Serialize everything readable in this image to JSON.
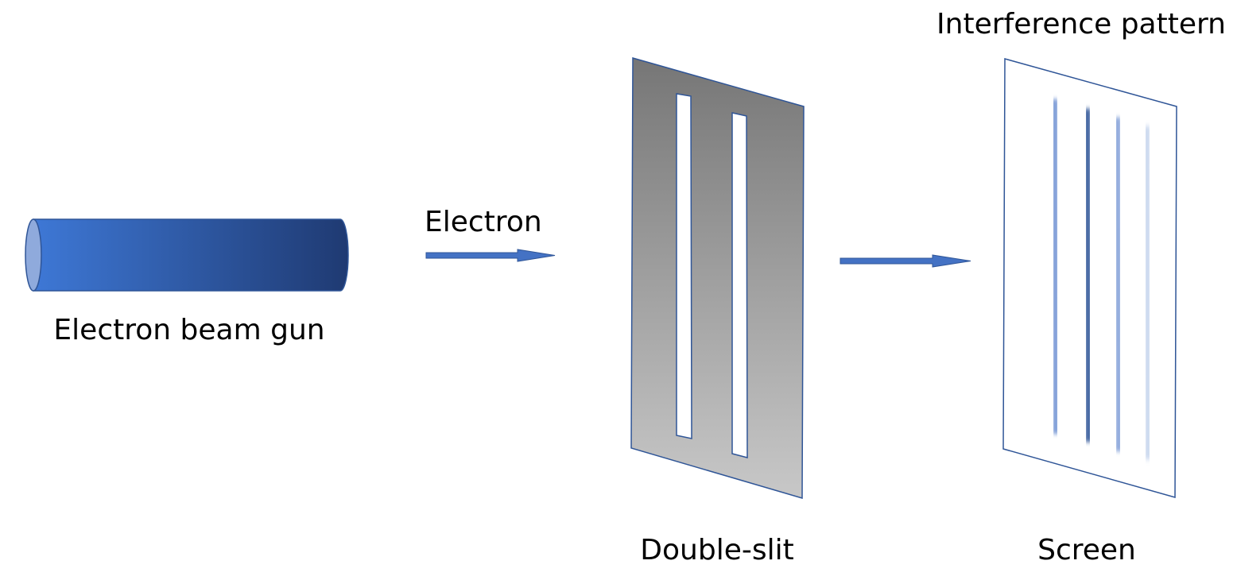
{
  "labels": {
    "gun": "Electron beam gun",
    "electron": "Electron",
    "double_slit": "Double-slit",
    "screen": "Screen",
    "pattern": "Interference pattern"
  },
  "colors": {
    "gun_light": "#3E78D6",
    "gun_dark": "#1F3A72",
    "gun_cap": "#8FAADC",
    "outline": "#2F5597",
    "arrow": "#4472C4",
    "slit_top": "#767676",
    "slit_bottom": "#C8C8C8",
    "fringe_strong": "#2F5597",
    "fringe_medium": "#5B82CC",
    "fringe_faint": "#B4C7E7"
  },
  "components": {
    "gun": "electron-beam-gun",
    "slit_plate": "double-slit-plate",
    "screen": "detection-screen"
  }
}
